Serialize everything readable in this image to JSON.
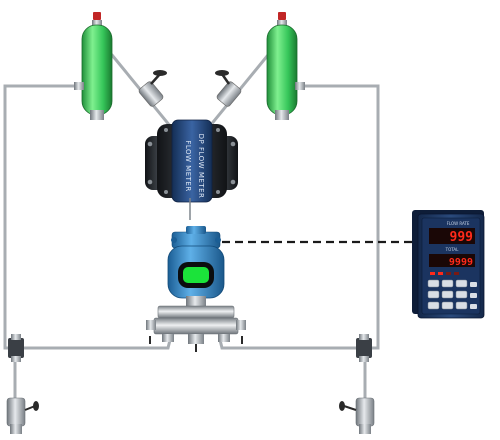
{
  "flowmeter": {
    "band_label_1": "FLOW METER",
    "band_label_2": "DP FLOW METER"
  },
  "indicator": {
    "header_top": "FLOW RATE",
    "display_top": "999",
    "header_bottom": "TOTAL",
    "display_bottom": "9999"
  },
  "colors": {
    "chamber_green": "#35c65a",
    "transmitter_blue": "#2f7fc1",
    "lcd_green": "#1be33a",
    "indicator_body": "#1d3763",
    "led_red": "#ff2a1a",
    "pipe_gray": "#a8adb2",
    "meter_body": "#1f2226",
    "meter_band": "#23467a"
  }
}
